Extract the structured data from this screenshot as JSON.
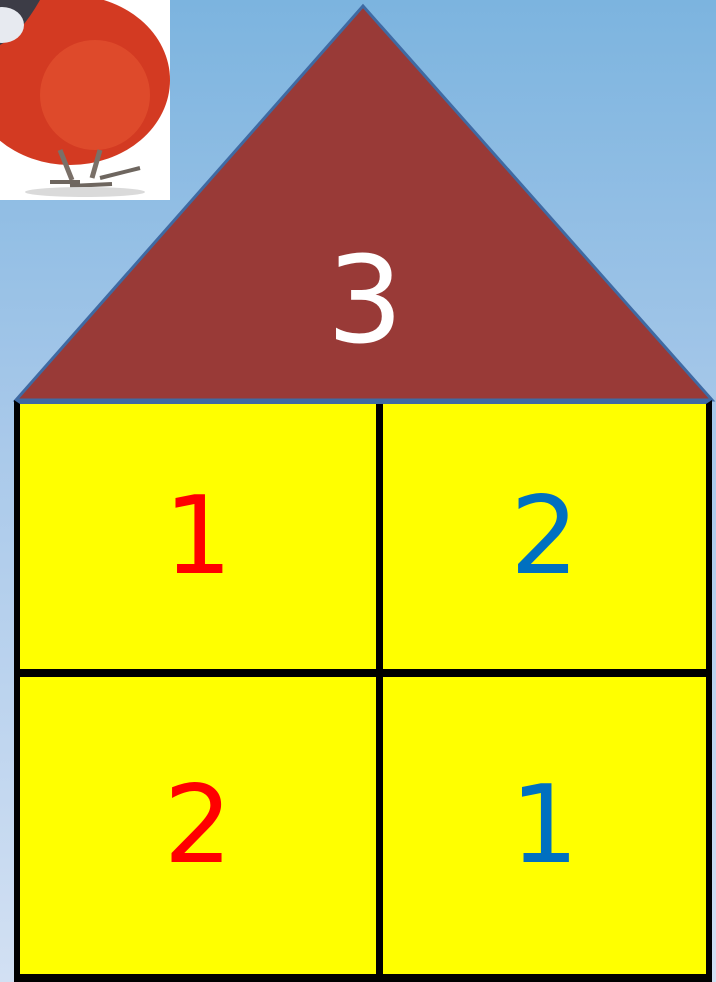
{
  "colors": {
    "roof": "#993a37",
    "roof_outline": "#3f6aa3",
    "walls": "#ffff00",
    "divider": "#000000",
    "roof_number": "#ffffff",
    "red_number": "#ff0000",
    "blue_number": "#0070c0"
  },
  "illustration": "bird-image",
  "house": {
    "roof_number": "3",
    "cells": [
      {
        "value": "1",
        "color": "red"
      },
      {
        "value": "2",
        "color": "blue"
      },
      {
        "value": "2",
        "color": "red"
      },
      {
        "value": "1",
        "color": "blue"
      }
    ]
  }
}
